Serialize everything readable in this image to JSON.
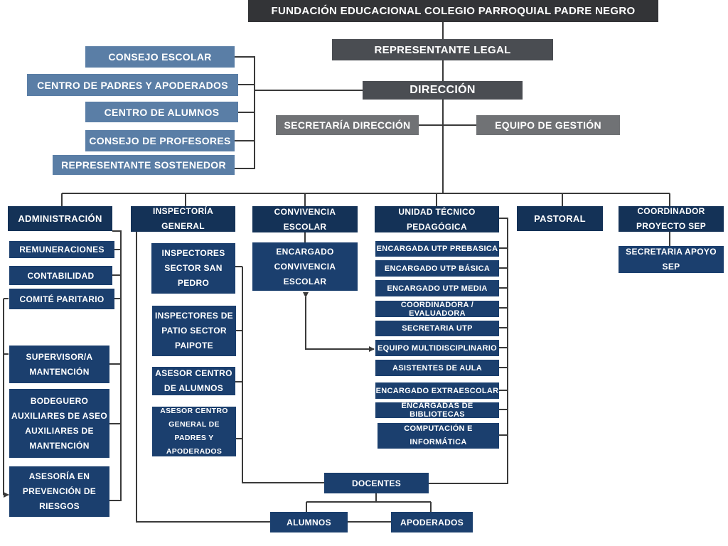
{
  "title": "FUNDACIÓN EDUCACIONAL COLEGIO PARROQUIAL PADRE NEGRO",
  "top": {
    "representante_legal": "REPRESENTANTE LEGAL",
    "direccion": "DIRECCIÓN",
    "secretaria_direccion": "SECRETARÍA DIRECCIÓN",
    "equipo_gestion": "EQUIPO DE GESTIÓN"
  },
  "councils": [
    "CONSEJO ESCOLAR",
    "CENTRO DE PADRES Y APODERADOS",
    "CENTRO DE ALUMNOS",
    "CONSEJO DE PROFESORES",
    "REPRESENTANTE SOSTENEDOR"
  ],
  "administracion": {
    "label": "ADMINISTRACIÓN",
    "items": [
      "REMUNERACIONES",
      "CONTABILIDAD",
      "COMITÉ PARITARIO",
      "SUPERVISOR/A MANTENCIÓN",
      "BODEGUERO AUXILIARES DE ASEO AUXILIARES DE MANTENCIÓN",
      "ASESORÍA EN PREVENCIÓN DE RIESGOS"
    ]
  },
  "inspectoria": {
    "label": "INSPECTORÍA GENERAL",
    "items": [
      "INSPECTORES SECTOR SAN PEDRO",
      "INSPECTORES DE PATIO SECTOR PAIPOTE",
      "ASESOR CENTRO DE ALUMNOS",
      "ASESOR CENTRO GENERAL DE PADRES Y APODERADOS"
    ]
  },
  "convivencia": {
    "label": "CONVIVENCIA ESCOLAR",
    "items": [
      "ENCARGADO CONVIVENCIA ESCOLAR"
    ]
  },
  "utp": {
    "label": "UNIDAD TÉCNICO PEDAGÓGICA",
    "items": [
      "ENCARGADA UTP PREBASICA",
      "ENCARGADO UTP BÁSICA",
      "ENCARGADO UTP MEDIA",
      "COORDINADORA / EVALUADORA",
      "SECRETARIA UTP",
      "EQUIPO MULTIDISCIPLINARIO",
      "ASISTENTES DE AULA",
      "ENCARGADO EXTRAESCOLAR",
      "ENCARGADAS DE BIBLIOTECAS",
      "COMPUTACIÓN E INFORMÁTICA"
    ]
  },
  "pastoral": {
    "label": "PASTORAL"
  },
  "sep": {
    "label": "COORDINADOR PROYECTO SEP",
    "items": [
      "SECRETARIA APOYO SEP"
    ]
  },
  "bottom": {
    "docentes": "DOCENTES",
    "alumnos": "ALUMNOS",
    "apoderados": "APODERADOS"
  },
  "colors": {
    "navy": "#1b3f6e",
    "dark_navy": "#143257",
    "charcoal": "#333437",
    "slate": "#4a4d52",
    "steel_blue": "#5a7ea6",
    "gray": "#707275",
    "connector": "#3a3a3a"
  }
}
